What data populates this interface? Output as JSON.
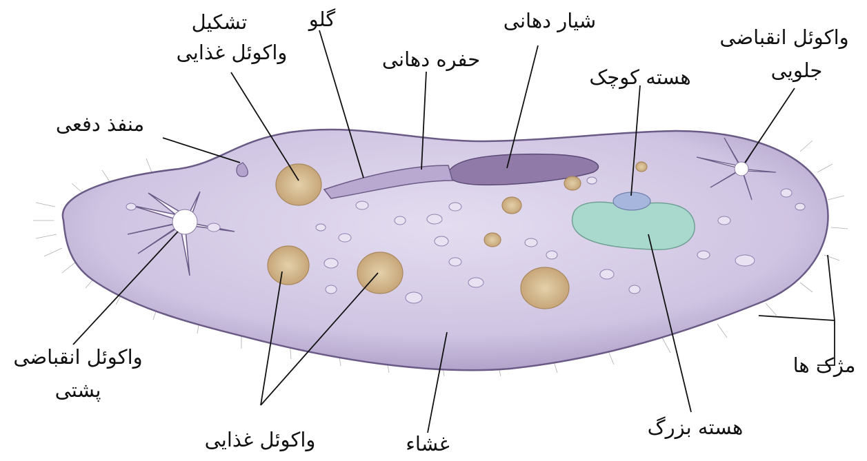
{
  "diagram": {
    "labels": {
      "food_vacuole_formation_line1": "تشکیل",
      "food_vacuole_formation_line2": "واکوئل غذایی",
      "gullet": "گلو",
      "oral_groove": "شیار دهانی",
      "oral_cavity": "حفره دهانی",
      "anterior_contractile_vacuole_line1": "واکوئل انقباضی",
      "anterior_contractile_vacuole_line2": "جلویی",
      "micronucleus": "هسته کوچک",
      "anal_pore": "منفذ دفعی",
      "posterior_contractile_vacuole_line1": "واکوئل انقباضی",
      "posterior_contractile_vacuole_line2": "پشتی",
      "cilia": "مژک ها",
      "food_vacuoles": "واکوئل غذایی",
      "membrane": "غشاء",
      "macronucleus": "هسته بزرگ"
    },
    "colors": {
      "cell_body": "#cfc4e2",
      "cell_outline": "#6a5a86",
      "food_vacuole": "#d8bd92",
      "macronucleus": "#a9d8cc",
      "micronucleus": "#a6b6dd",
      "leader_line": "#111111"
    }
  }
}
